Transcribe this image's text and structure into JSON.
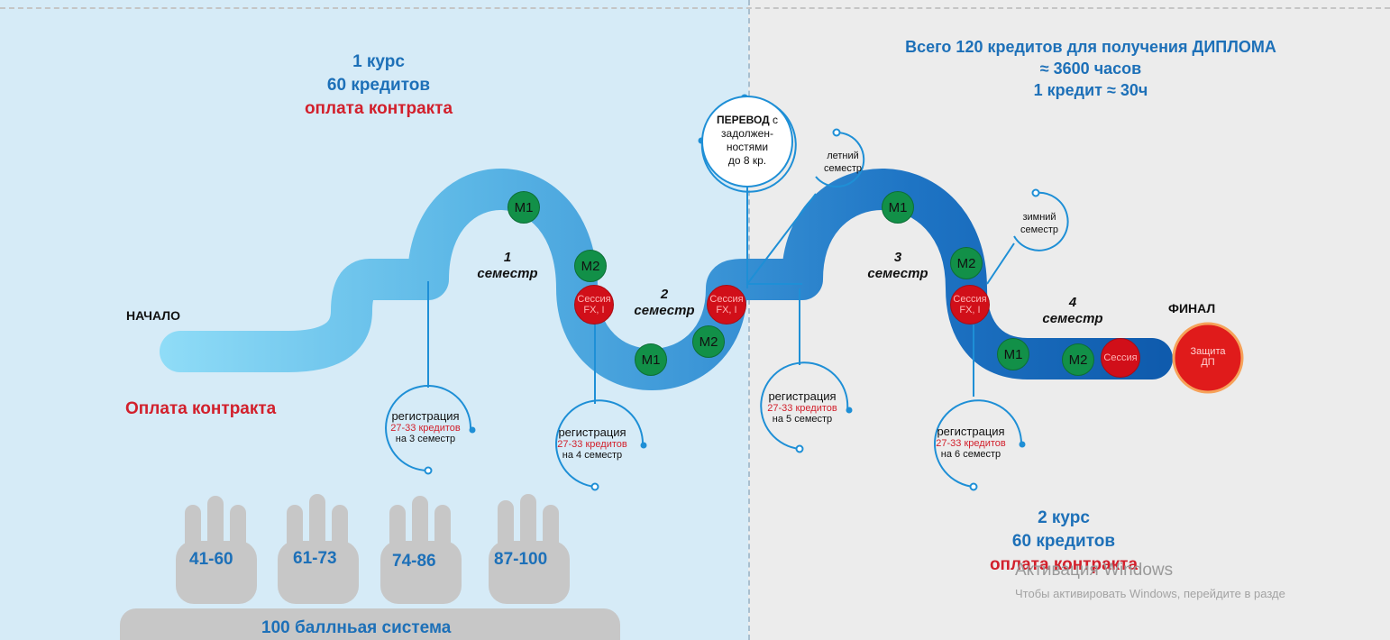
{
  "course1": {
    "line1": "1 курс",
    "line2": "60 кредитов",
    "line3": "оплата контракта"
  },
  "totals": {
    "line1": "Всего 120 кредитов для получения ДИПЛОМА",
    "line2": "≈ 3600 часов",
    "line3": "1 кредит ≈ 30ч"
  },
  "course2": {
    "line1": "2 курс",
    "line2": "60 кредитов",
    "line3": "оплата контракта"
  },
  "start_label": "НАЧАЛО",
  "start_payment": "Оплата контракта",
  "final_label": "ФИНАЛ",
  "defense": {
    "line1": "Защита",
    "line2": "ДП"
  },
  "semesters": [
    {
      "num": "1",
      "word": "семестр"
    },
    {
      "num": "2",
      "word": "семестр"
    },
    {
      "num": "3",
      "word": "семестр"
    },
    {
      "num": "4",
      "word": "семестр"
    }
  ],
  "module1": "M1",
  "module2": "M2",
  "session_fx": {
    "line1": "Сессия",
    "line2": "FX, I"
  },
  "session_final": "Сессия",
  "transfer": {
    "bold": "ПЕРЕВОД",
    "rest1": " с",
    "rest2": "задолжен-",
    "rest3": "ностями",
    "rest4": "до 8 кр."
  },
  "summer": {
    "line1": "летний",
    "line2": "семестр"
  },
  "winter": {
    "line1": "зимний",
    "line2": "семестр"
  },
  "registrations": [
    {
      "title": "регистрация",
      "credits": "27-33 кредитов",
      "sem": "на 3 семестр"
    },
    {
      "title": "регистрация",
      "credits": "27-33 кредитов",
      "sem": "на 4 семестр"
    },
    {
      "title": "регистрация",
      "credits": "27-33 кредитов",
      "sem": "на 5 семестр"
    },
    {
      "title": "регистрация",
      "credits": "27-33 кредитов",
      "sem": "на 6 семестр"
    }
  ],
  "scores": [
    "41-60",
    "61-73",
    "74-86",
    "87-100"
  ],
  "grading_system": "100 баллньая система",
  "watermark": {
    "title": "Активация Windows",
    "subtitle": "Чтобы активировать Windows, перейдите в разде"
  },
  "colors": {
    "left_bg": "#d6ebf7",
    "right_bg": "#ececec",
    "path_light": "#8fd8f5",
    "path_dark": "#1565b8",
    "module_green": "#129048",
    "session_red": "#d10f19",
    "title_blue": "#1d70b8",
    "accent_red": "#d2202c"
  }
}
